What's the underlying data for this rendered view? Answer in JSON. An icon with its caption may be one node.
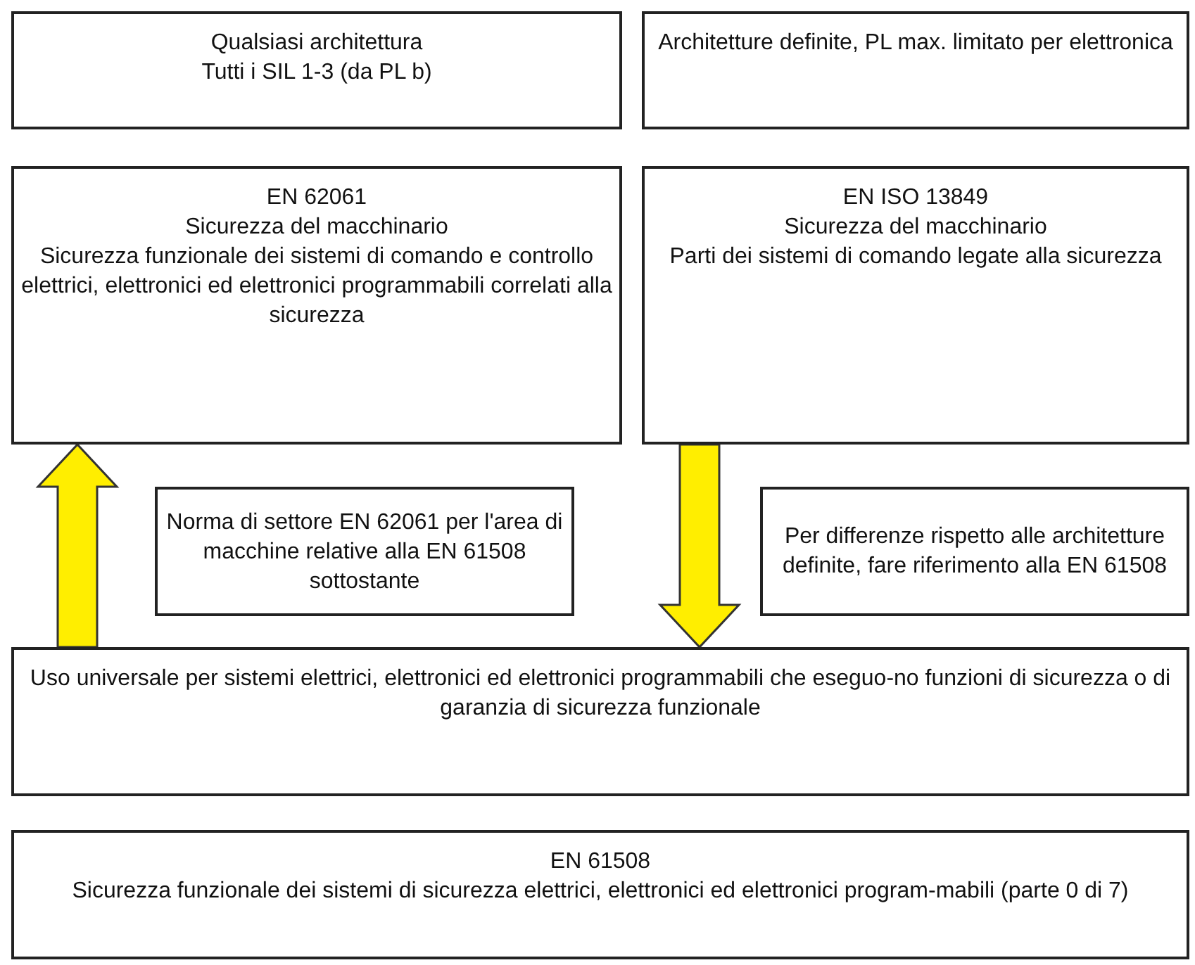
{
  "diagram": {
    "nodes": [
      {
        "text": [
          "Qualsiasi architettura",
          "Tutti i SIL 1-3 (da PL b)"
        ]
      },
      {
        "text": [
          "Architetture definite, PL max. limitato per elettronica"
        ]
      },
      {
        "text": [
          "EN 62061",
          "Sicurezza del macchinario",
          "Sicurezza funzionale dei sistemi di comando e controllo elettrici, elettronici ed elettronici programmabili correlati alla sicurezza"
        ]
      },
      {
        "text": [
          "EN ISO 13849",
          "Sicurezza del macchinario",
          "Parti dei sistemi di comando legate alla sicurezza"
        ]
      },
      {
        "text": [
          "Norma di settore EN 62061 per l'area di macchine relative alla EN 61508 sottostante"
        ]
      },
      {
        "text": [
          "Per differenze rispetto alle architetture definite, fare riferimento alla EN 61508"
        ]
      },
      {
        "text": [
          "Uso universale per sistemi elettrici, elettronici ed elettronici programmabili che eseguo-no funzioni di sicurezza o di garanzia di sicurezza funzionale"
        ]
      },
      {
        "text": [
          "EN 61508",
          "Sicurezza funzionale dei sistemi di sicurezza elettrici, elettronici ed elettronici program-mabili (parte 0 di 7)"
        ]
      }
    ],
    "edges": [
      {
        "from": 6,
        "to": 2,
        "arrow": "to",
        "style": "thick",
        "color": "#ffee00"
      },
      {
        "from": 3,
        "to": 6,
        "arrow": "to",
        "style": "thick",
        "color": "#ffee00"
      }
    ]
  }
}
